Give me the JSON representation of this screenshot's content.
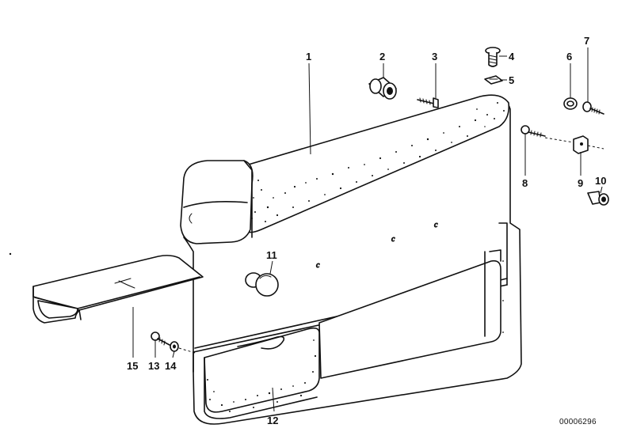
{
  "diagram": {
    "document_number": "00006296",
    "callouts": {
      "c1": "1",
      "c2": "2",
      "c3": "3",
      "c4": "4",
      "c5": "5",
      "c6": "6",
      "c7": "7",
      "c8": "8",
      "c9": "9",
      "c10": "10",
      "c11": "11",
      "c12": "12",
      "c13": "13",
      "c14": "14",
      "c15": "15"
    },
    "colors": {
      "ink": "#111111",
      "paper": "#ffffff"
    }
  }
}
